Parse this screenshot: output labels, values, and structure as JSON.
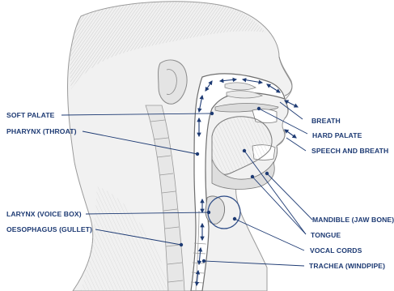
{
  "diagram": {
    "accent_color": "#1d3a73",
    "labels": {
      "soft_palate": "SOFT PALATE",
      "pharynx": "PHARYNX (THROAT)",
      "larynx": "LARYNX (VOICE BOX)",
      "oesophagus": "OESOPHAGUS (GULLET)",
      "breath": "BREATH",
      "hard_palate": "HARD PALATE",
      "speech_breath": "SPEECH AND BREATH",
      "mandible": "MANDIBLE (JAW BONE)",
      "tongue": "TONGUE",
      "vocal_cords": "VOCAL CORDS",
      "trachea": "TRACHEA (WINDPIPE)"
    }
  }
}
